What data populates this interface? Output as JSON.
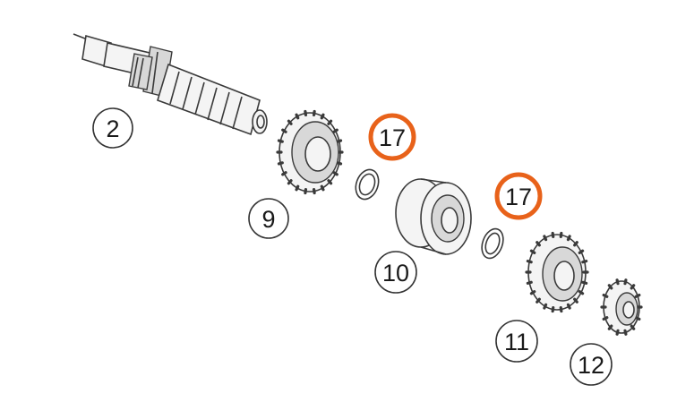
{
  "callouts": [
    {
      "label": "2",
      "highlighted": false
    },
    {
      "label": "9",
      "highlighted": false
    },
    {
      "label": "17",
      "highlighted": true
    },
    {
      "label": "10",
      "highlighted": false
    },
    {
      "label": "17",
      "highlighted": true
    },
    {
      "label": "11",
      "highlighted": false
    },
    {
      "label": "12",
      "highlighted": false
    }
  ],
  "colors": {
    "highlight_ring": "#e8621a",
    "normal_ring": "#333333",
    "line_art": "#3a3a3a"
  }
}
